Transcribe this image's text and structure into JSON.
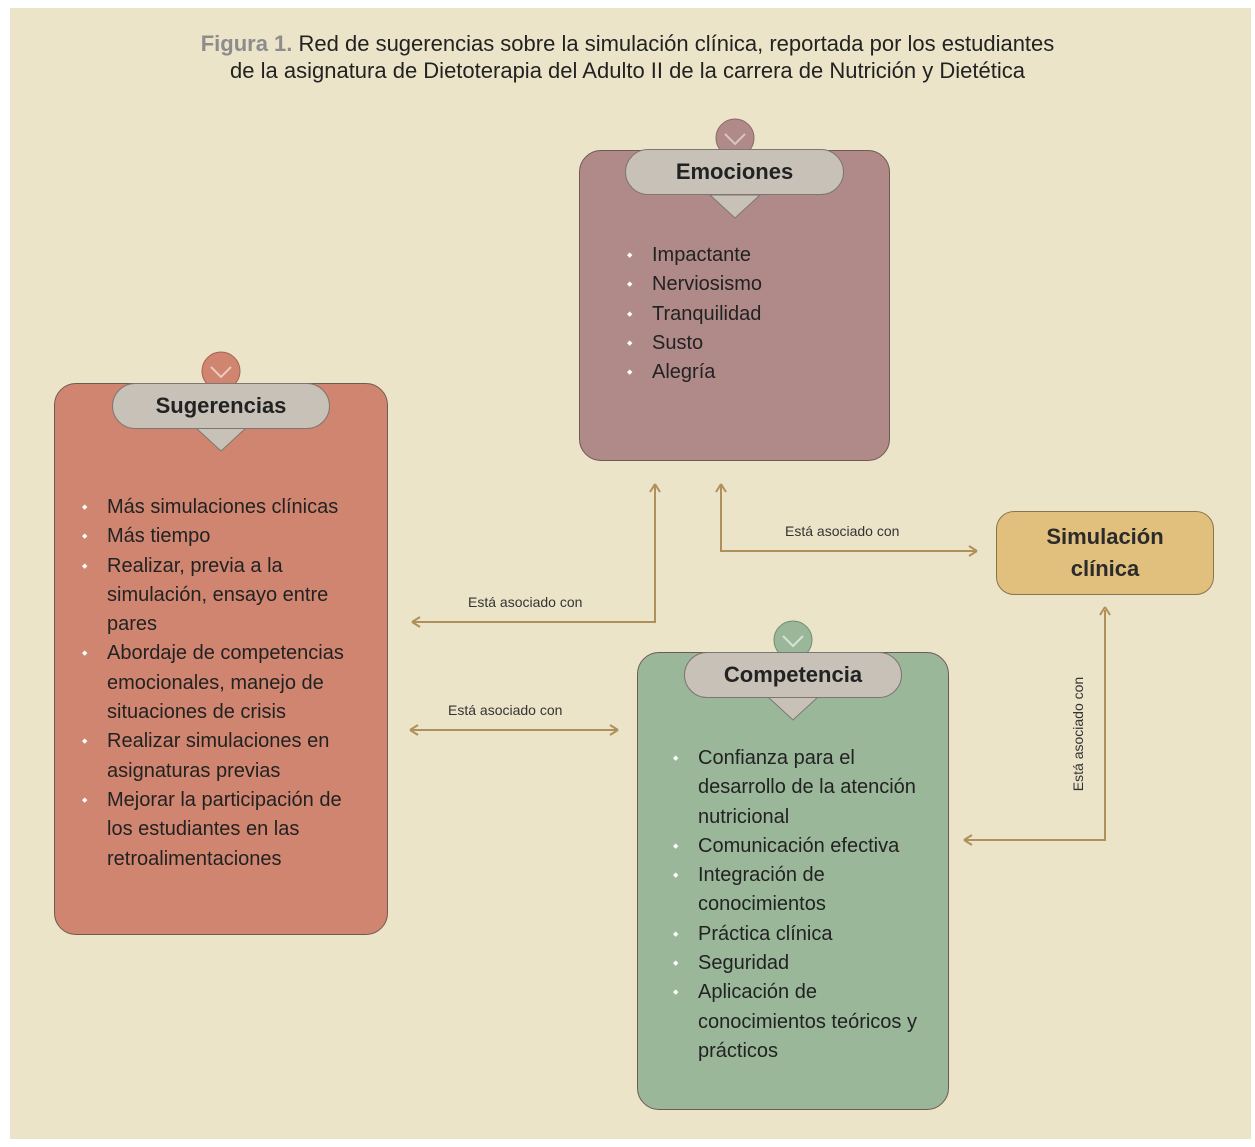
{
  "caption": {
    "lead": "Figura 1.",
    "line1": " Red de sugerencias sobre la simulación clínica, reportada por los estudiantes",
    "line2": "de la asignatura de Dietoterapia del Adulto II de la carrera de Nutrición y Dietética"
  },
  "emociones": {
    "title": "Emociones",
    "items": [
      "Impactante",
      "Nerviosismo",
      "Tranquilidad",
      "Susto",
      "Alegría"
    ],
    "color": "#b08a88"
  },
  "sugerencias": {
    "title": "Sugerencias",
    "items": [
      "Más simulaciones clínicas",
      "Más tiempo",
      "Realizar, previa a la simulación, ensayo entre pares",
      "Abordaje de competencias emocionales, manejo de situaciones de crisis",
      "Realizar simulaciones en asignaturas previas",
      "Mejorar la participación de los estudiantes en las retroalimentaciones"
    ],
    "color": "#d08570"
  },
  "competencia": {
    "title": "Competencia",
    "items": [
      "Confianza para el desarrollo de la atención nutricional",
      "Comunicación efectiva",
      "Integración de conocimientos",
      "Práctica clínica",
      "Seguridad",
      "Aplicación de conocimientos teóricos y prácticos"
    ],
    "color": "#9ab79a"
  },
  "simulacion": {
    "line1": "Simulación",
    "line2": "clínica",
    "color": "#e1bf7c"
  },
  "relations": {
    "sug_emo": "Está asociado con",
    "emo_sim": "Está asociado con",
    "sug_comp": "Está asociado con",
    "sim_comp": "Está asociado con"
  },
  "colors": {
    "background": "#ece4c9",
    "connector": "#b0905a",
    "header_pill": "#c7c1b8"
  },
  "icons": {
    "box_badge": "chevron-down-icon",
    "bullet": "diamond-bullet-icon"
  }
}
